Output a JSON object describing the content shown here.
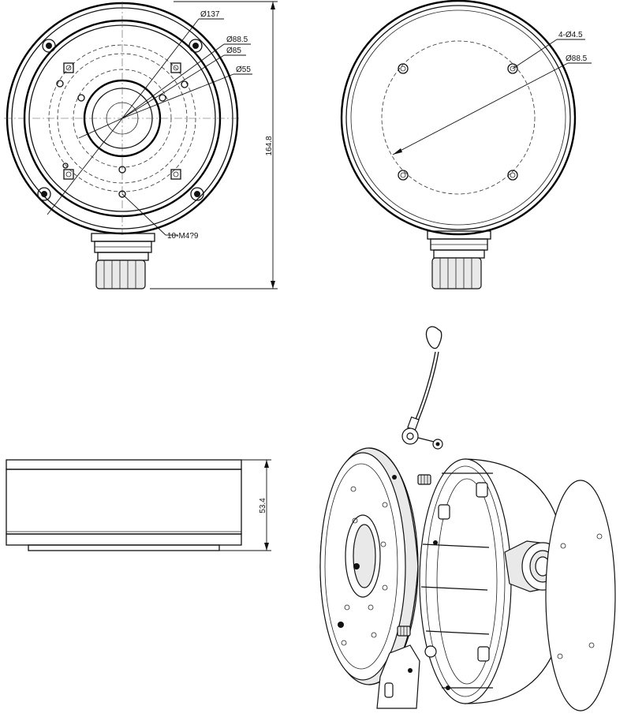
{
  "views": {
    "front": {
      "labels": {
        "outer_diameter": "Ø137",
        "mount_diameter": "Ø88.5",
        "inner_diameter": "Ø85",
        "port_diameter": "Ø55",
        "screw_holes": "10-M4?9"
      }
    },
    "back": {
      "labels": {
        "holes": "4-Ø4.5",
        "hole_circle": "Ø88.5"
      }
    },
    "side": {
      "labels": {
        "height": "53.4"
      }
    },
    "overall": {
      "labels": {
        "total_height": "164.8"
      }
    }
  }
}
